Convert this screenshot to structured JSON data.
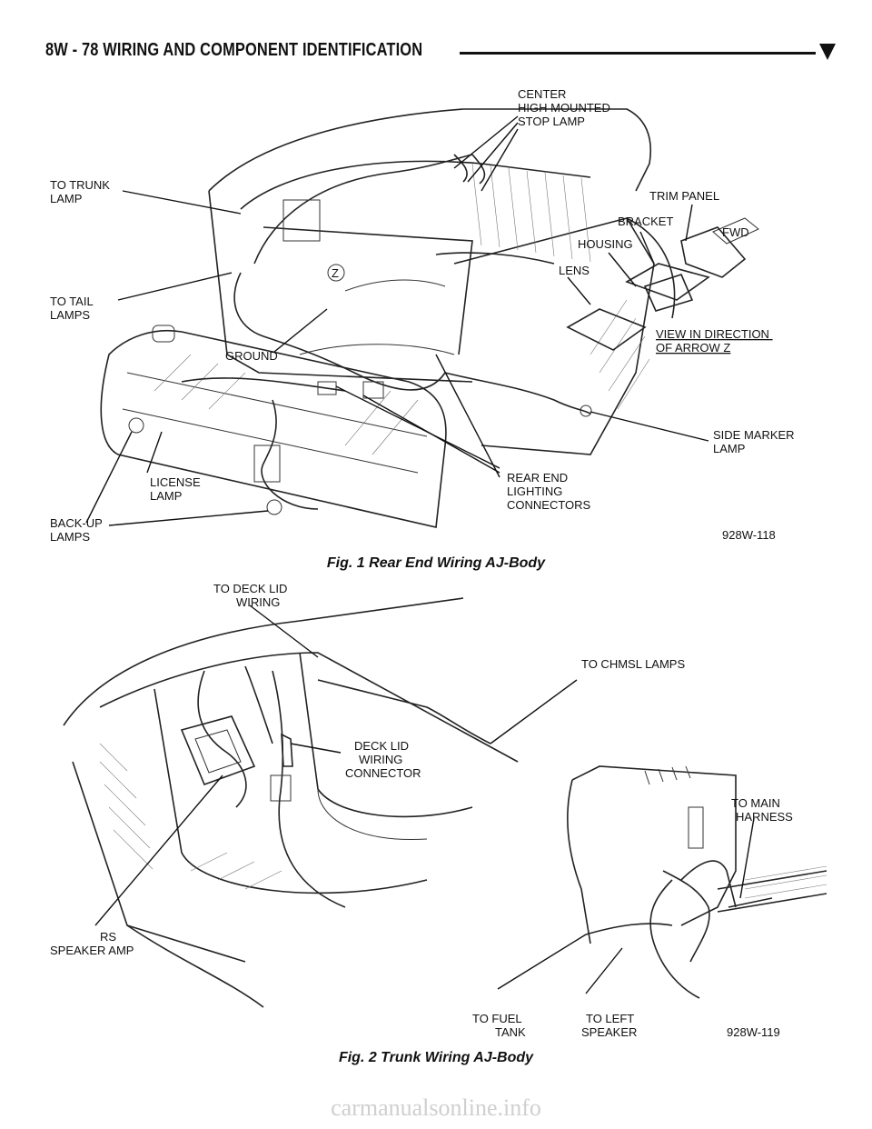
{
  "header": {
    "title": "8W - 78     WIRING AND COMPONENT IDENTIFICATION",
    "marker_icon": "down-triangle-icon"
  },
  "figure1": {
    "caption": "Fig. 1 Rear End Wiring AJ-Body",
    "figure_number": "928W-118",
    "labels": {
      "chmsl": [
        "CENTER",
        "HIGH MOUNTED",
        "STOP LAMP"
      ],
      "trunk_lamp": [
        "TO TRUNK",
        "LAMP"
      ],
      "trim_panel": "TRIM PANEL",
      "bracket": "BRACKET",
      "housing": "HOUSING",
      "lens": "LENS",
      "tail_lamps": [
        "TO TAIL",
        "LAMPS"
      ],
      "view_direction": [
        "VIEW IN DIRECTION",
        "OF ARROW Z"
      ],
      "ground": "GROUND",
      "side_marker": [
        "SIDE MARKER",
        "LAMP"
      ],
      "rear_end": [
        "REAR END",
        "LIGHTING",
        "CONNECTORS"
      ],
      "license": [
        "LICENSE",
        "LAMP"
      ],
      "backup": [
        "BACK-UP",
        "LAMPS"
      ],
      "arrow_z": "Z",
      "fwd": "FWD"
    }
  },
  "figure2": {
    "caption": "Fig. 2 Trunk Wiring AJ-Body",
    "figure_number": "928W-119",
    "labels": {
      "deck_lid_wiring": [
        "TO DECK LID",
        "WIRING"
      ],
      "chmsl_lamps": "TO CHMSL LAMPS",
      "deck_lid_connector": [
        "DECK LID",
        "WIRING",
        "CONNECTOR"
      ],
      "main_harness": [
        "TO MAIN",
        "HARNESS"
      ],
      "rs_speaker": [
        "RS",
        "SPEAKER AMP"
      ],
      "fuel_tank": [
        "TO FUEL",
        "TANK"
      ],
      "left_speaker": [
        "TO LEFT",
        "SPEAKER"
      ]
    }
  },
  "footer": {
    "watermark": "carmanualsonline.info"
  }
}
